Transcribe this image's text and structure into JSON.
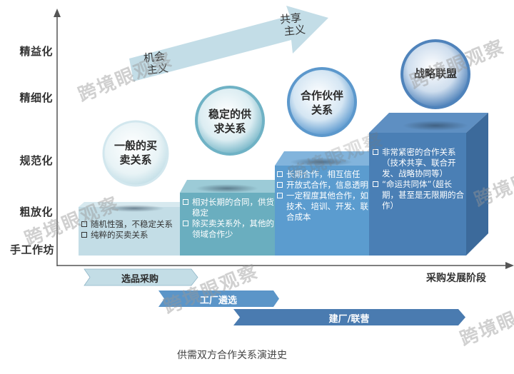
{
  "title": "供需双方合作关系演进史",
  "y_axis": {
    "levels": [
      "精益化",
      "精细化",
      "规范化",
      "粗放化",
      "手工作坊"
    ]
  },
  "x_axis": {
    "label": "采购发展阶段"
  },
  "trend_arrow": {
    "start_label_line1": "机会",
    "start_label_line2": "主义",
    "end_label_line1": "共享",
    "end_label_line2": "主义"
  },
  "stages": [
    {
      "sphere_line1": "一般的买",
      "sphere_line2": "卖关系",
      "bullets": [
        "随机性强，不稳定关系",
        "纯粹的买卖关系"
      ]
    },
    {
      "sphere_line1": "稳定的供",
      "sphere_line2": "求关系",
      "bullets": [
        "相对长期的合同，供货稳定",
        "除买卖关系外，其他的领域合作少"
      ]
    },
    {
      "sphere_line1": "合作伙伴",
      "sphere_line2": "关系",
      "bullets": [
        "长期合作，相互信任",
        "开放式合作，信息透明",
        "一定程度其他合作，如技术、培训、开发、联合成本"
      ]
    },
    {
      "sphere_line1": "战略联盟",
      "sphere_line2": "",
      "bullets": [
        "非常紧密的合作关系（技术共享、联合开发、战略协同等）",
        "“命运共同体”（超长期，甚至是无限期的合作）"
      ]
    }
  ],
  "phases": [
    "选品采购",
    "工厂遴选",
    "建厂/联营"
  ],
  "watermark": "跨境眼观察",
  "colors": {
    "step1": "#c3dde6",
    "step2": "#6aaebf",
    "step3": "#5b9ccf",
    "step4": "#4a7fb5",
    "arrow": "#c3dde7",
    "chev1": "#c3dde6",
    "chev2": "#5b95c8",
    "chev3": "#4a7bb0"
  }
}
